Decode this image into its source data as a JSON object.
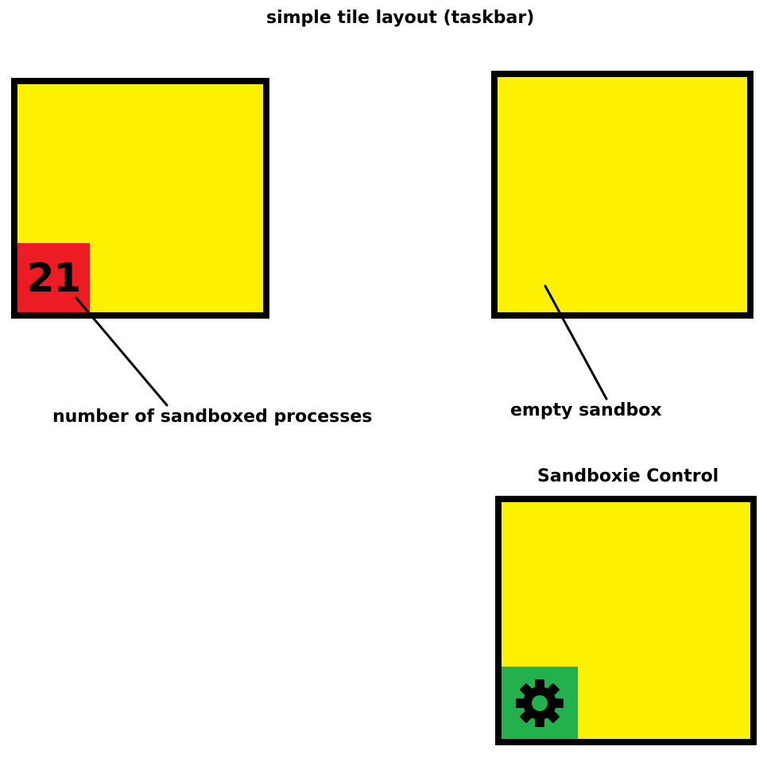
{
  "title": "simple tile layout  (taskbar)",
  "tiles": {
    "box_with_processes": {
      "process_count": "21",
      "caption": "number of sandboxed processes"
    },
    "empty_box": {
      "caption": "empty sandbox"
    },
    "control": {
      "label": "Sandboxie Control",
      "icon": "gear-icon"
    }
  },
  "colors": {
    "tile": "#fff200",
    "border": "#000000",
    "badge_processes": "#ed1c24",
    "badge_control": "#22b14c"
  }
}
